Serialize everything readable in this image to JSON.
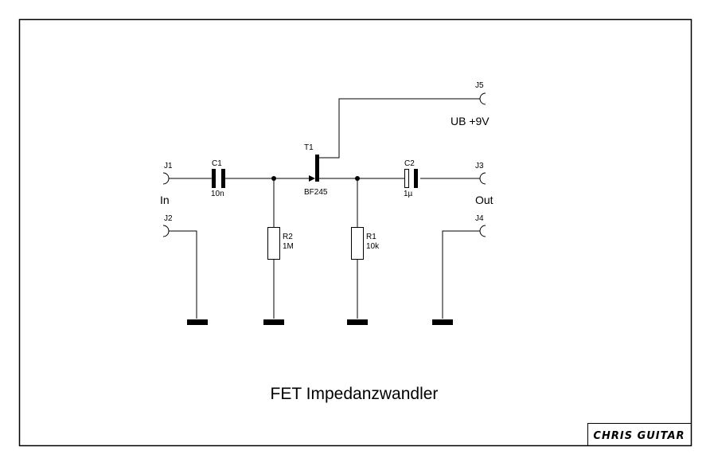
{
  "title": "FET Impedanzwandler",
  "brand": "CHRIS GUITAR",
  "jacks": {
    "j1": {
      "ref": "J1",
      "label": "In"
    },
    "j2": {
      "ref": "J2"
    },
    "j3": {
      "ref": "J3",
      "label": "Out"
    },
    "j4": {
      "ref": "J4"
    },
    "j5": {
      "ref": "J5",
      "label": "UB +9V"
    }
  },
  "components": {
    "c1": {
      "ref": "C1",
      "value": "10n"
    },
    "c2": {
      "ref": "C2",
      "value": "1µ"
    },
    "r1": {
      "ref": "R1",
      "value": "10k"
    },
    "r2": {
      "ref": "R2",
      "value": "1M"
    },
    "t1": {
      "ref": "T1",
      "value": "BF245"
    }
  }
}
